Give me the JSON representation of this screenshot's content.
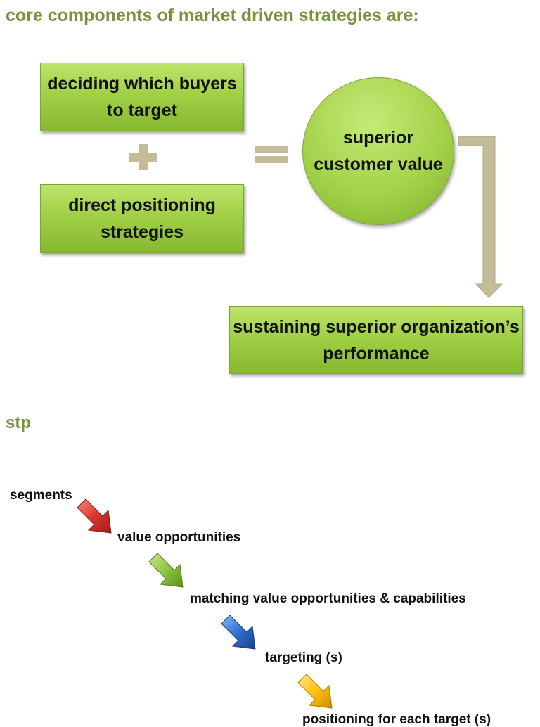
{
  "title": "core components of market driven strategies are:",
  "components": {
    "buyers": "deciding which buyers to target",
    "direct": "direct positioning strategies",
    "value": "superior customer value",
    "sustain": "sustaining superior organization’s performance"
  },
  "colors": {
    "heading": "#76923c",
    "box_green": "#9fcf44",
    "connector_tan": "#c4bb97",
    "arrow_red": "#d9362f",
    "arrow_green": "#8dc63f",
    "arrow_blue": "#2f6fd1",
    "arrow_yellow": "#ffc20e"
  },
  "stp": {
    "heading": "stp",
    "steps": [
      "segments",
      "value opportunities",
      "matching value opportunities & capabilities",
      "targeting (s)",
      "positioning for each target (s)"
    ],
    "arrow_icons": [
      "red-arrow-icon",
      "green-arrow-icon",
      "blue-arrow-icon",
      "yellow-arrow-icon"
    ]
  }
}
